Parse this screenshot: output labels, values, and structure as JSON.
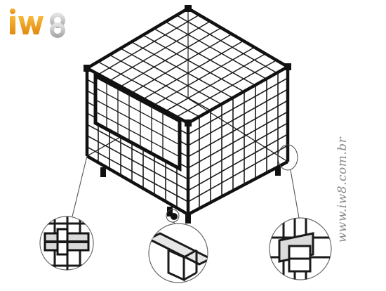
{
  "brand": {
    "logo_text": "iw8",
    "logo_color": "#f0a020",
    "logo_secondary_color": "#c9c9c9",
    "website": "www.iw8.com.br"
  },
  "product": {
    "subject": "wire-mesh-cage",
    "details": [
      "hinge-detail",
      "caster-foot-detail",
      "latch-detail"
    ]
  },
  "colors": {
    "frame": "#111111",
    "mesh": "#1a1a1a",
    "callout": "#555555"
  }
}
